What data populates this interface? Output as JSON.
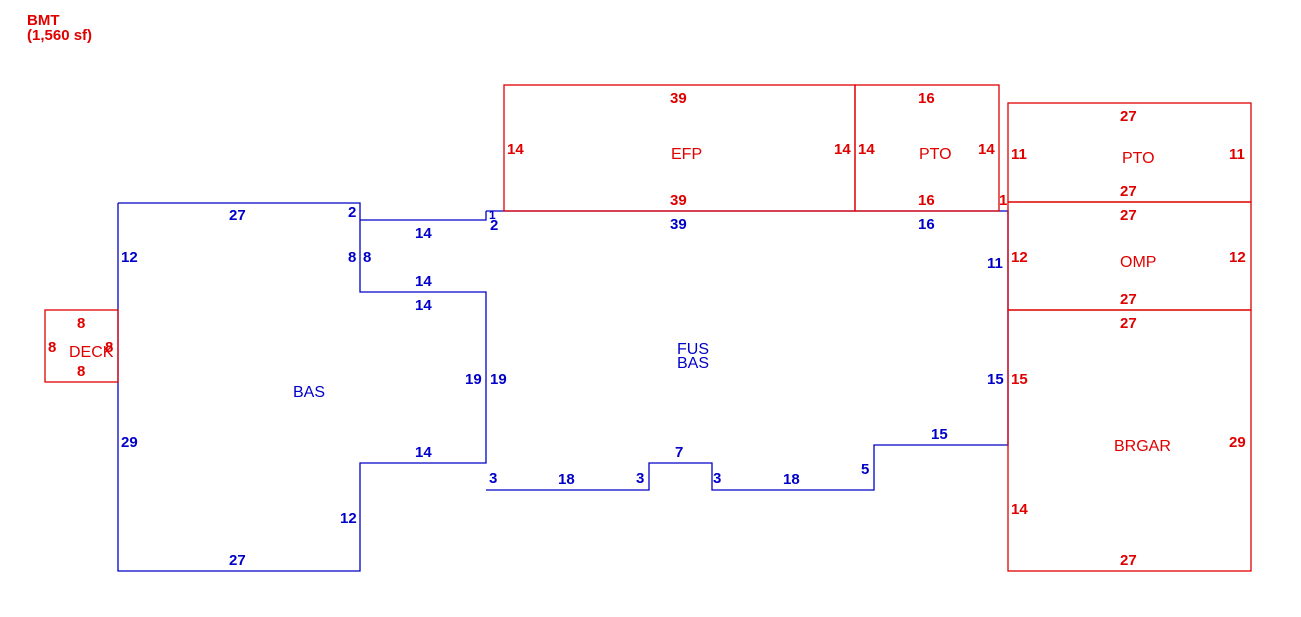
{
  "colors": {
    "blue": "#0000c8",
    "red": "#e00000"
  },
  "header": {
    "line1": "BMT",
    "line2": "(1,560 sf)"
  },
  "areas": {
    "bas_left": "BAS",
    "fus": "FUS",
    "bas_center": "BAS",
    "deck": "DECK",
    "efp": "EFP",
    "pto_top": "PTO",
    "pto_right": "PTO",
    "omp": "OMP",
    "brgar": "BRGAR"
  },
  "dims": {
    "bas_top": "27",
    "bas_top_small": "2",
    "bas_left_upper": "12",
    "bas_left_lower": "29",
    "bas_bottom": "27",
    "bas_notch_right": "12",
    "bas_notch_top": "14",
    "bas_inner_8a": "8",
    "bas_inner_8b": "8",
    "conn_top": "14",
    "conn_mid_a": "14",
    "conn_mid_b": "14",
    "tiny_1": "1",
    "tiny_2": "2",
    "center_left_a": "19",
    "center_left_b": "19",
    "center_top_a": "39",
    "center_top_b": "16",
    "center_right_upper": "11",
    "center_right_lower": "15",
    "center_step_top": "15",
    "center_step_5": "5",
    "center_bottom_18a": "18",
    "center_bottom_18b": "18",
    "center_bottom_3a": "3",
    "center_bottom_3b": "3",
    "center_bottom_3c": "3",
    "center_bottom_7": "7",
    "deck_top": "8",
    "deck_bottom": "8",
    "deck_left": "8",
    "deck_right": "8",
    "efp_top": "39",
    "efp_bottom": "39",
    "efp_left": "14",
    "efp_right": "14",
    "pto_top_top": "16",
    "pto_top_bottom": "16",
    "pto_top_left": "14",
    "pto_top_right": "14",
    "red_1": "1",
    "pto_right_top": "27",
    "pto_right_bottom": "27",
    "pto_right_left": "11",
    "pto_right_right": "11",
    "omp_top": "27",
    "omp_bottom": "27",
    "omp_left": "12",
    "omp_right": "12",
    "brgar_top": "27",
    "brgar_bottom": "27",
    "brgar_left_upper": "15",
    "brgar_left_lower": "14",
    "brgar_right": "29"
  }
}
